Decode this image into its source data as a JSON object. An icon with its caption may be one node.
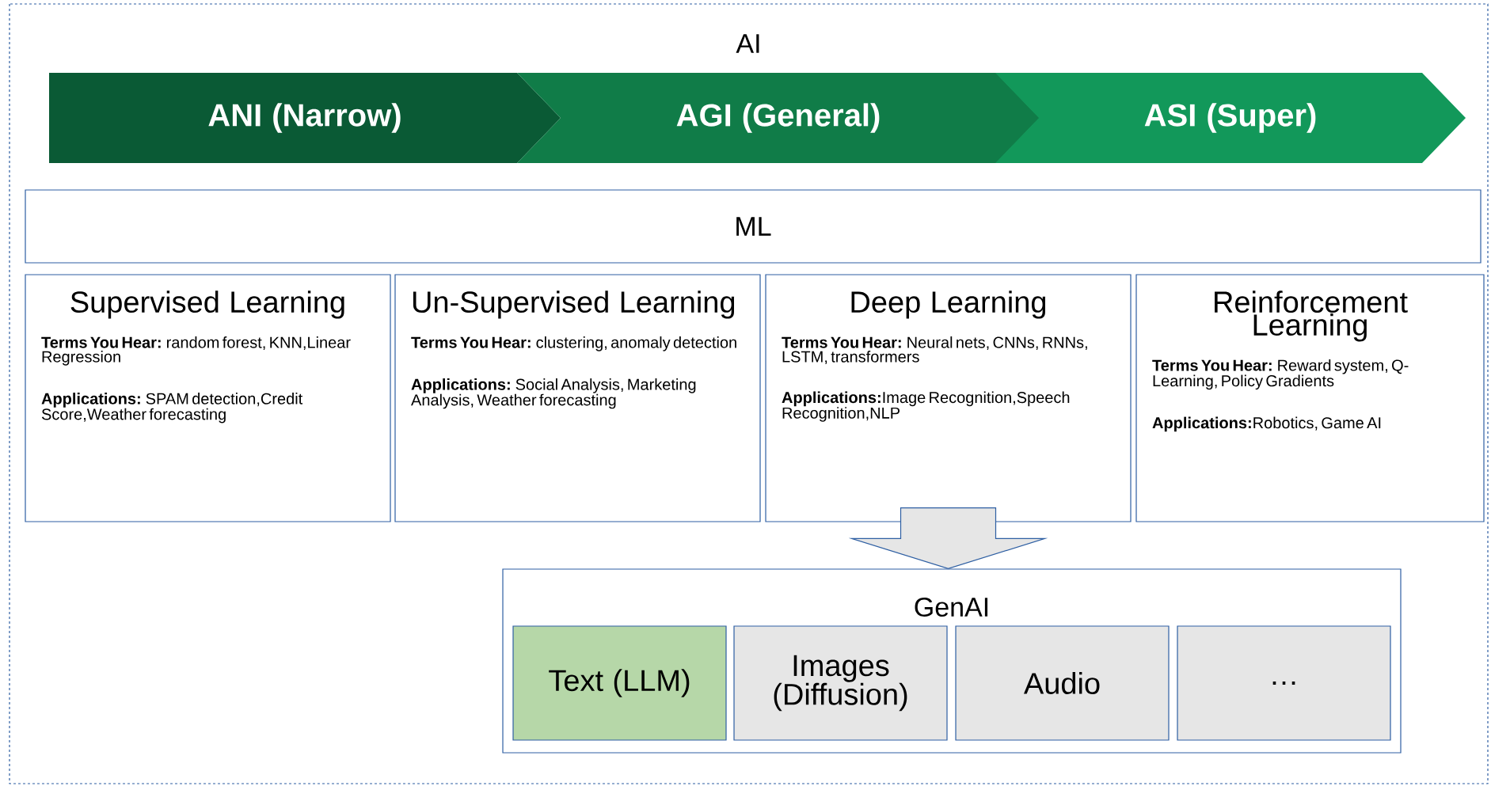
{
  "diagram": {
    "nodes": [
      {
        "text": [
          "AI"
        ]
      },
      {
        "text": [
          "ANI (Narrow)"
        ],
        "in": 0
      },
      {
        "text": [
          "AGI (General)"
        ],
        "in": 0
      },
      {
        "text": [
          "ASI (Super)"
        ],
        "in": 0
      },
      {
        "text": [
          "ML"
        ],
        "in": 0
      },
      {
        "text": [
          "Supervised Learning",
          "**Terms You Hear:** random forest, KNN,Linear Regression",
          "**Applications:** SPAM detection,Credit Score,Weather forecasting"
        ],
        "in": 0
      },
      {
        "text": [
          "Un-Supervised Learning",
          "**Terms You Hear:** clustering, anomaly detection",
          "**Applications:** Social Analysis, Marketing Analysis, Weather forecasting"
        ],
        "in": 0
      },
      {
        "text": [
          "Deep Learning",
          "**Terms You Hear:** Neural nets, CNNs, RNNs, LSTM, transformers",
          "**Applications:**Image Recognition,Speech Recognition,NLP"
        ],
        "in": 0
      },
      {
        "text": [
          "Reinforcement Learning",
          "**Terms You Hear:** Reward system, Q-Learning, Policy Gradients",
          "**Applications:**Robotics, Game AI"
        ],
        "in": 0
      },
      {
        "text": [
          "GenAI"
        ],
        "in": 0
      },
      {
        "text": [
          "Text (LLM)"
        ],
        "in": 9
      },
      {
        "text": [
          "Images (Diffusion)"
        ],
        "in": 9
      },
      {
        "text": [
          "Audio"
        ],
        "in": 9
      },
      {
        "text": [
          "…"
        ],
        "in": 9
      }
    ],
    "edges": [
      {
        "from": 7,
        "to": 9,
        "arrow": "to"
      }
    ]
  }
}
